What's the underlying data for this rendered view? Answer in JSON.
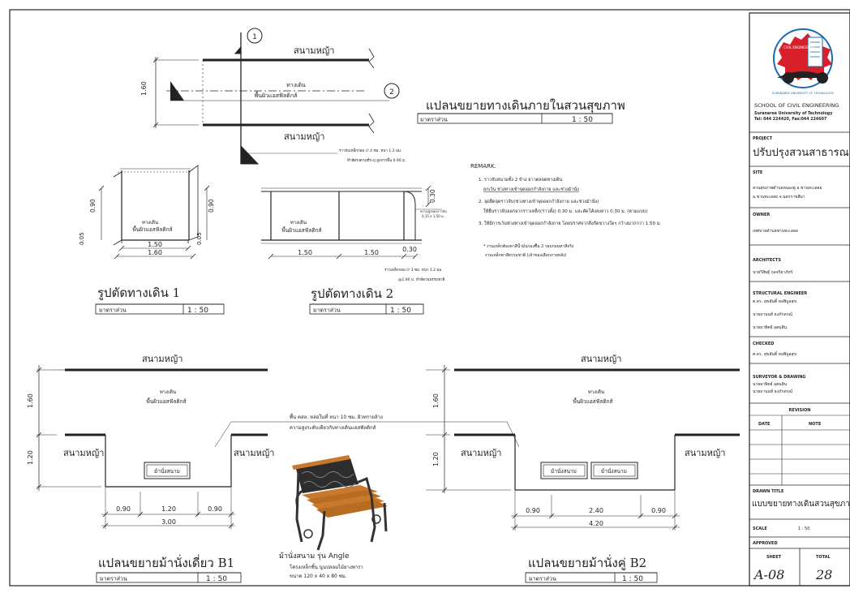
{
  "plan_top": {
    "lawn_top": "สนามหญ้า",
    "lawn_bottom": "สนามหญ้า",
    "walk_label_1": "ทางเดิน",
    "walk_label_2": "พื้นผิวแอสฟัลติกส์",
    "dim_width": "1.60",
    "section_marker_1": "1",
    "section_marker_2": "2",
    "title": "แปลนขยายทางเดินภายในสวนสุขภาพ",
    "scale_label": "มาตราส่วน",
    "scale_value": "1 : 50"
  },
  "section_1": {
    "walk_label_1": "ทางเดิน",
    "walk_label_2": "พื้นผิวแอสฟัลติกส์",
    "dim_h_left": "0.90",
    "dim_h_right": "0.90",
    "dim_base": "0.05",
    "dim_base_right": "0.05",
    "dim_inner": "1.50",
    "dim_outer": "1.60",
    "note_rail": "ราวจับเหล็กกลม ∅ 4 ซม. หนา 1.2 มม.",
    "note_paint": "ทำสีตรงตามที่ระบุ สูงจากพื้น 0.90 ม.",
    "title": "รูปตัดทางเดิน 1",
    "scale_label": "มาตราส่วน",
    "scale_value": "1 : 50"
  },
  "section_2": {
    "walk_label_1": "ทางเดิน",
    "walk_label_2": "พื้นผิวแอสฟัลติกส์",
    "dim_height": "0.30",
    "dim_a": "1.50",
    "dim_b": "1.50",
    "dim_c": "0.30",
    "callout": "ความสูงของราวจับ",
    "callout_2": "0.15 x 1.50 ม.",
    "note_rail": "ราวเหล็กกลม ∅ 3 ซม. หนา 1.2 มม.",
    "note_spacing": "@1.90 ม. ทำสีตามธรรมชาติ",
    "title": "รูปตัดทางเดิน 2",
    "scale_label": "มาตราส่วน",
    "scale_value": "1 : 50"
  },
  "remark": {
    "heading": "REMARK.",
    "lines": [
      "1. ราวจับสนามทั้ง 2 ข้าง ยาวตลอดทางเดิน",
      "ยกเว้น ช่วงทางเข้าจุดออกกำลังกาย และช่วงม้านั่ง",
      "2. จุดยึดจุดราวจับ(ช่วงทางเข้าจุดออกกำลังกาย และช่วงม้านั่ง)",
      "ให้ยื่นราวจับออกจากราวเหล็ก(ราวตั้ง) 0.30 ม. และตัดโค้งลงยาว 0.30 ม. (ตามแบบ)",
      "3. ให้มีการเว้นช่วงทางเข้าจุดออกกำลังกาย โดยปราศจากสิ่งกีดขวางใดๆ กว้างมากกว่า 1.50 ม.",
      "* งานเหล็กต้องทาสีน้ำมันรองพื้น 2 รอบก่อนทาสีจริง",
      "งานเหล็กทาสีธรรมชาติ (เจ้าของเลือกภายหลัง)"
    ]
  },
  "bench_b1": {
    "lawn_top": "สนามหญ้า",
    "lawn_left": "สนามหญ้า",
    "lawn_right": "สนามหญ้า",
    "walk_label_1": "ทางเดิน",
    "walk_label_2": "พื้นผิวแอสฟัลติกส์",
    "dim_walk": "1.60",
    "dim_niche": "1.20",
    "bench": "ม้านั่งสนาม",
    "dim_1": "0.90",
    "dim_2": "1.20",
    "dim_3": "0.90",
    "dim_total": "3.00",
    "title": "แปลนขยายม้านั่งเดี่ยว B1",
    "scale_label": "มาตราส่วน",
    "scale_value": "1 : 50"
  },
  "bench_note": {
    "line1": "พื้น คสล. หล่อในที่ หนา 10 ซม. ผิวทรายล้าง",
    "line2": "ความสูงระดับเดียวกับทางเดินแอสฟัลติกส์"
  },
  "bench_photo": {
    "title": "ม้านั่งสนาม รุ่น Angle",
    "line1": "โครงเหล็กชิ้น นูนปลอมไม้ยางพารา",
    "line2": "ขนาด 120 x 40 x 80 ซม."
  },
  "bench_b2": {
    "lawn_top": "สนามหญ้า",
    "lawn_left": "สนามหญ้า",
    "lawn_right": "สนามหญ้า",
    "walk_label_1": "ทางเดิน",
    "walk_label_2": "พื้นผิวแอสฟัลติกส์",
    "dim_walk": "1.60",
    "dim_niche": "1.20",
    "bench_a": "ม้านั่งสนาม",
    "bench_b": "ม้านั่งสนาม",
    "dim_1": "0.90",
    "dim_2": "2.40",
    "dim_3": "0.90",
    "dim_total": "4.20",
    "title": "แปลนขยายม้านั่งคู่ B2",
    "scale_label": "มาตราส่วน",
    "scale_value": "1 : 50"
  },
  "title_block": {
    "logo_text_top": "CIVIL ENGINEERING",
    "logo_ring": "SURANAREE UNIVERSITY OF TECHNOLOGY",
    "school": "SCHOOL OF CIVIL ENGINEERING",
    "university": "Suranaree University of Technology",
    "phone": "Tel: 044 224420, Fax:044 224607",
    "project_label": "PROJECT",
    "project": "ปรับปรุงสวนสาธารณะ",
    "site_label": "SITE",
    "site_line1": "สวนสุขภาพตำบลหนองตู อ.ชานทะเลสอ",
    "site_line2": "อ.ชานทะเลสอ จ.นครราชสีมา",
    "owner_label": "OWNER",
    "owner": "เทศบาลตำบลชานทะเลสอ",
    "architects_label": "ARCHITECTS",
    "architect": "นายวิสิษฐ์ กุลจริยาภัทร์",
    "structural_label": "STRUCTURAL ENGINEER",
    "structural_1": "ศ.ดร. สุขสันติ์ หอพิบูลสุข",
    "structural_2": "นายอานนท์ ธงภักดรณ์",
    "structural_3": "นายอาทิตย์ อุตมสิน",
    "checked_label": "CHECKED",
    "checked": "ศ.ดร. สุขสันติ์ หอพิบูลสุข",
    "survey_label": "SURVEYOR & DRAWING",
    "survey_1": "นายอาทิตย์ อุตมสิน",
    "survey_2": "นายอานนท์ ธงภักดรณ์",
    "revision_label": "REVISION",
    "date_label": "DATE",
    "note_label": "NOTE",
    "drawn_title_label": "DRAWN TITLE",
    "drawn_title": "แบบขยายทางเดินสวนสุขภาพ",
    "scale_label": "SCALE",
    "scale_value": "1 : 50",
    "approved_label": "APPROVED",
    "sheet_label": "SHEET",
    "total_label": "TOTAL",
    "sheet_no": "A-08",
    "total_no": "28"
  },
  "colors": {
    "ink": "#222222",
    "logo_red": "#d8202a",
    "bench_wood": "#c8792e",
    "bench_iron": "#333333"
  }
}
